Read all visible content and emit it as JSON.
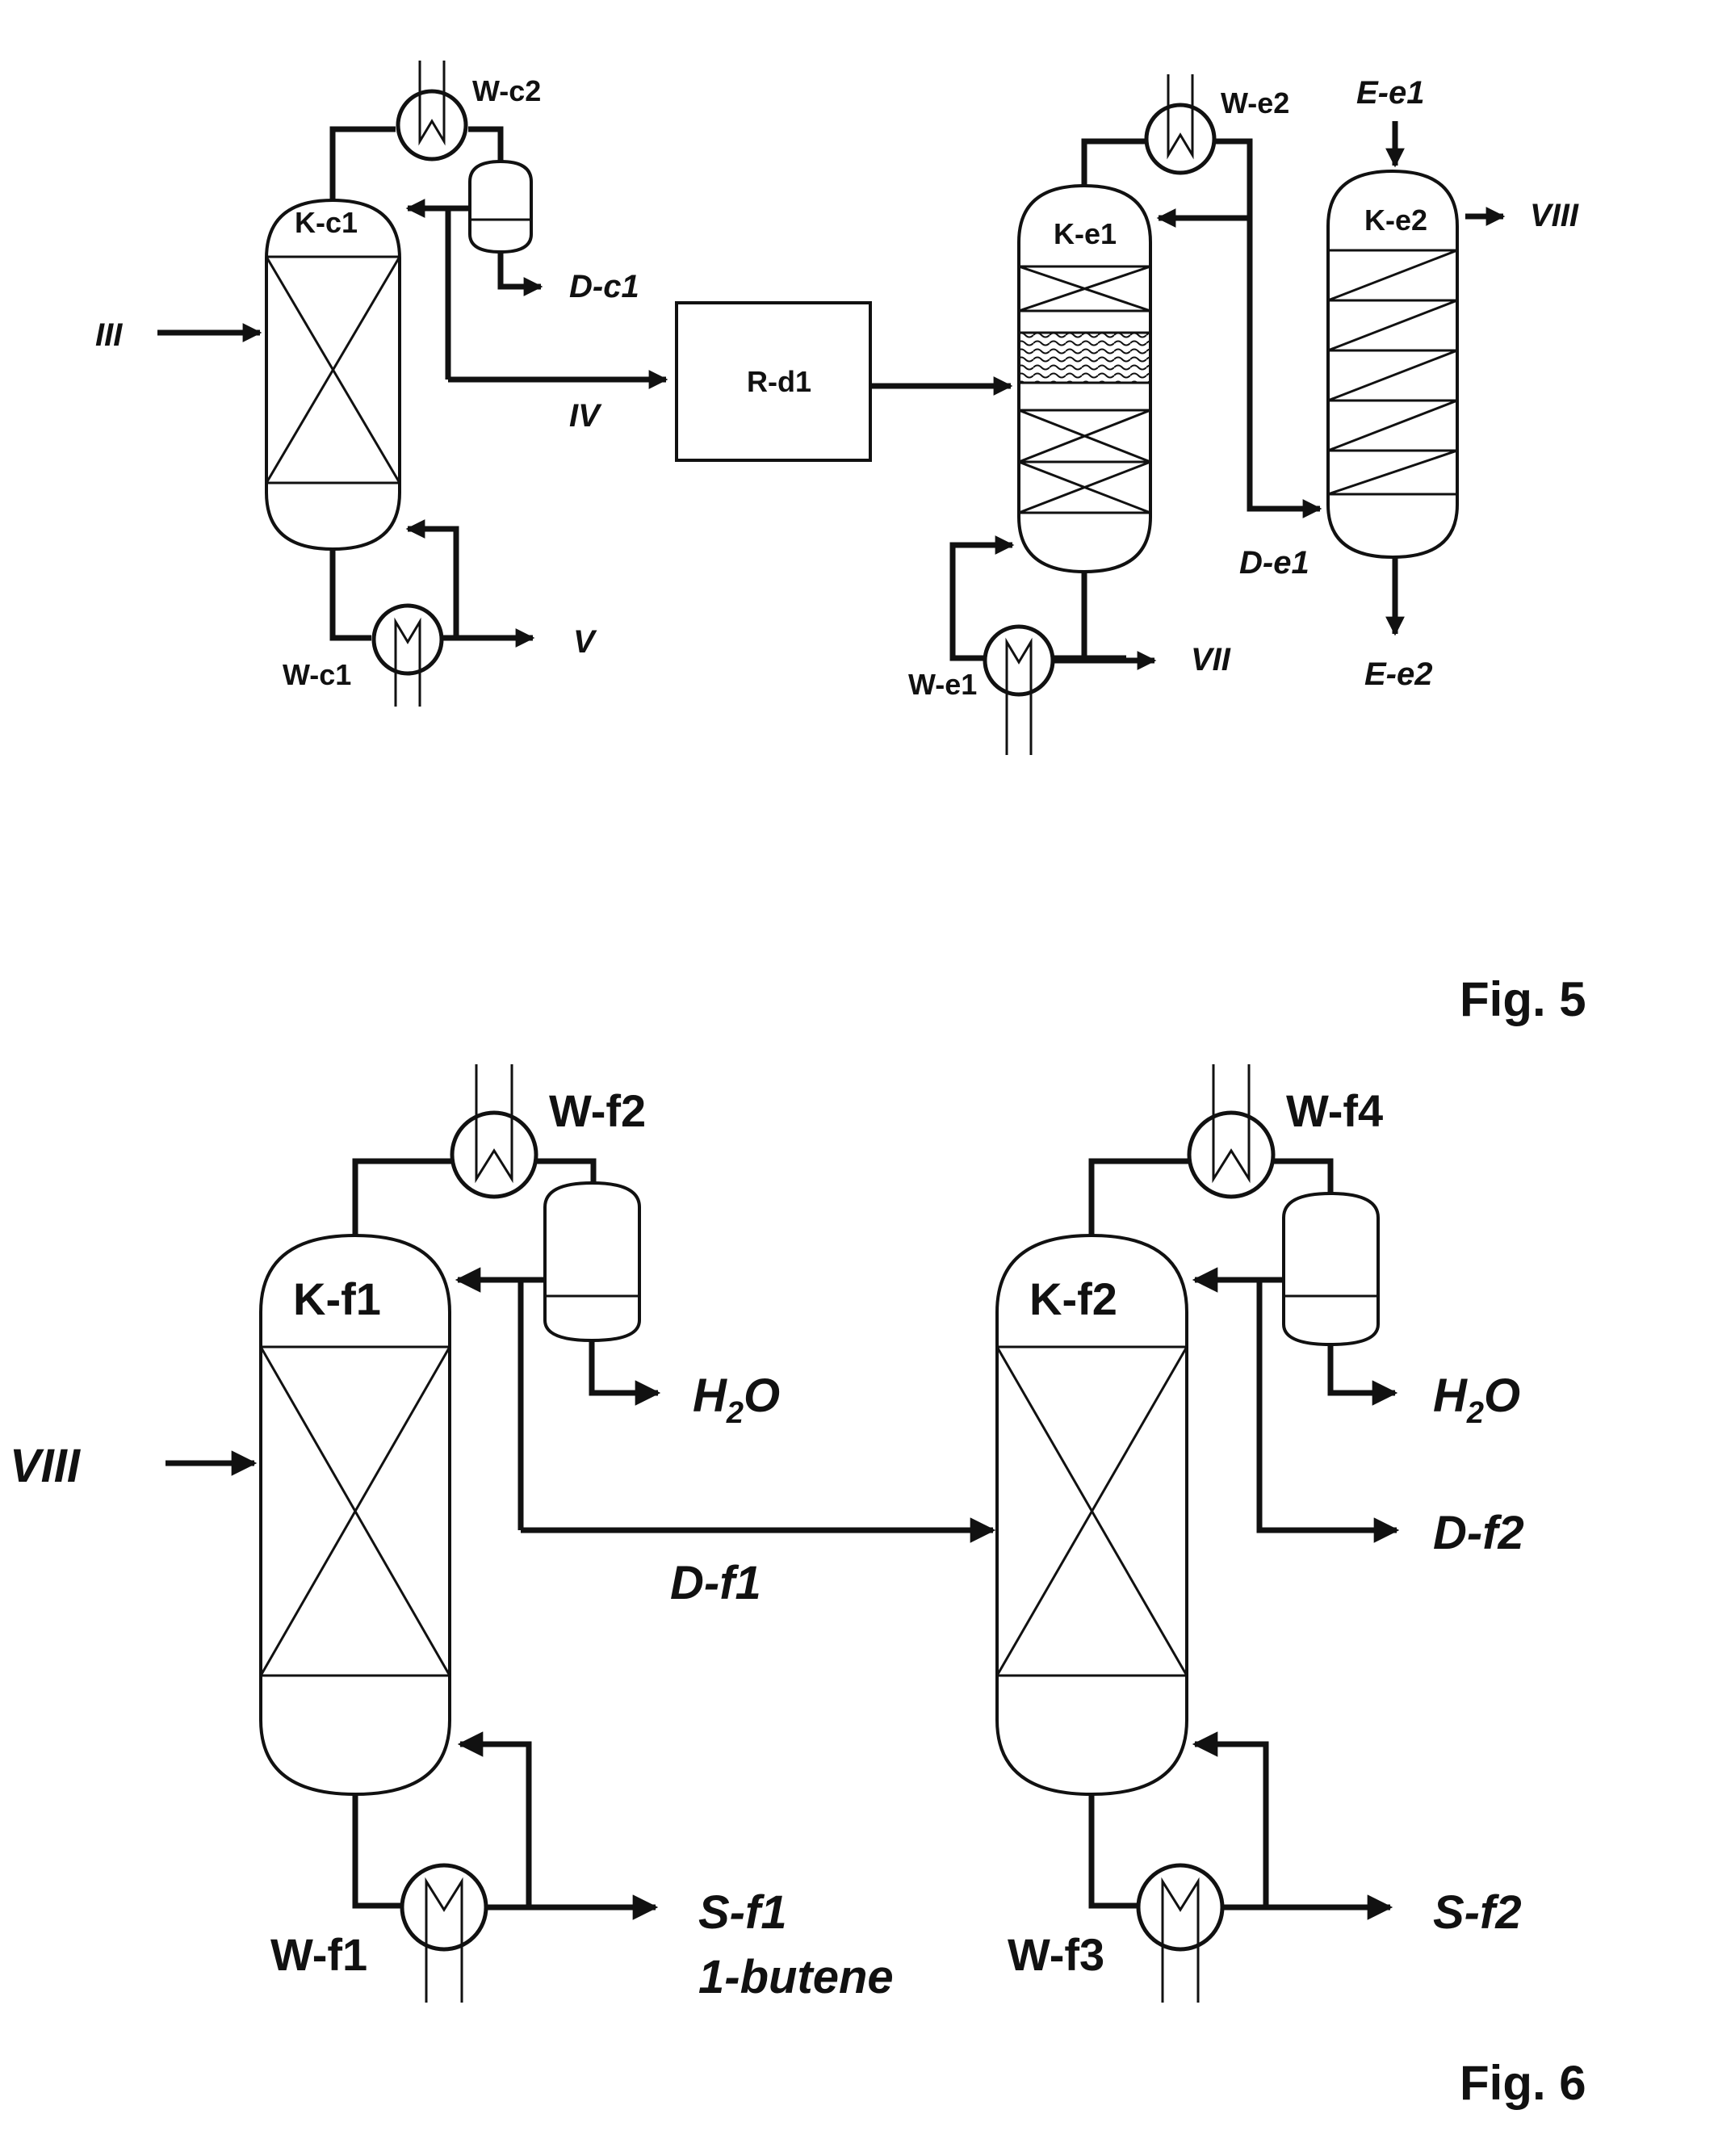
{
  "fig5": {
    "caption": "Fig. 5",
    "units": {
      "k_c1": "K-c1",
      "w_c1": "W-c1",
      "w_c2": "W-c2",
      "r_d1": "R-d1",
      "k_e1": "K-e1",
      "w_e1": "W-e1",
      "w_e2": "W-e2",
      "k_e2": "K-e2"
    },
    "streams": {
      "iii": "III",
      "iv": "IV",
      "v": "V",
      "d_c1": "D-c1",
      "vii": "VII",
      "d_e1": "D-e1",
      "e_e1": "E-e1",
      "e_e2": "E-e2",
      "viii": "VIII"
    }
  },
  "fig6": {
    "caption": "Fig. 6",
    "units": {
      "k_f1": "K-f1",
      "w_f1": "W-f1",
      "w_f2": "W-f2",
      "k_f2": "K-f2",
      "w_f3": "W-f3",
      "w_f4": "W-f4"
    },
    "streams": {
      "viii": "VIII",
      "h2o_1_main": "H",
      "h2o_1_sub": "2",
      "h2o_1_end": "O",
      "h2o_2_main": "H",
      "h2o_2_sub": "2",
      "h2o_2_end": "O",
      "d_f1": "D-f1",
      "d_f2": "D-f2",
      "s_f1": "S-f1",
      "s_f1_product": "1-butene",
      "s_f2": "S-f2"
    }
  }
}
